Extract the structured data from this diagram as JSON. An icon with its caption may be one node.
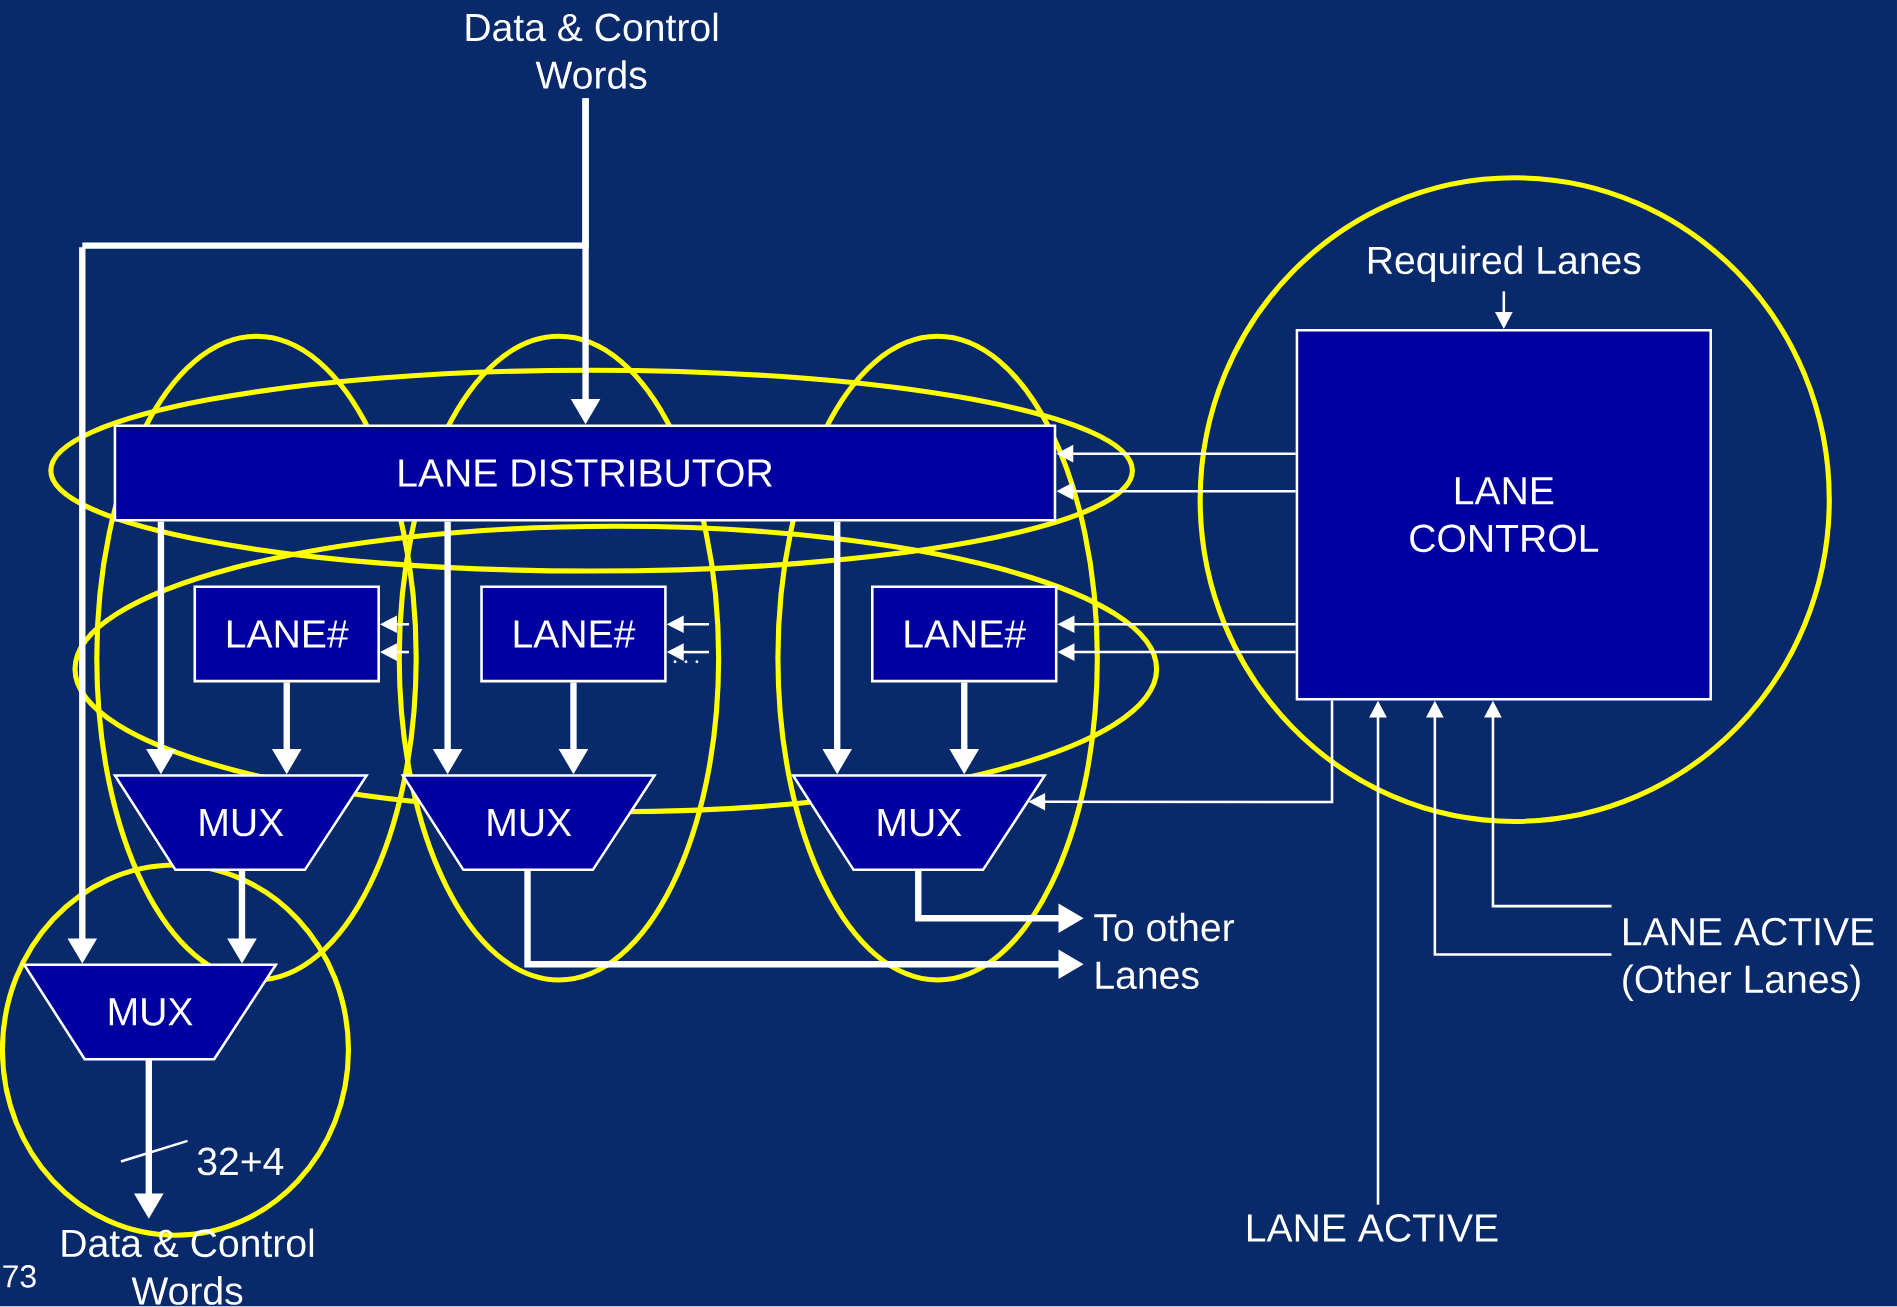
{
  "diagram": {
    "nodes": [
      {
        "text": [
          "Data & Control Words"
        ]
      },
      {
        "text": [
          "LANE DISTRIBUTOR"
        ]
      },
      {
        "text": [
          "LANE CONTROL"
        ]
      },
      {
        "text": [
          "Required Lanes"
        ]
      },
      {
        "text": [
          "LANE#"
        ]
      },
      {
        "text": [
          "LANE#"
        ]
      },
      {
        "text": [
          "LANE#"
        ]
      },
      {
        "text": [
          "MUX"
        ]
      },
      {
        "text": [
          "MUX"
        ]
      },
      {
        "text": [
          "MUX"
        ]
      },
      {
        "text": [
          "MUX"
        ]
      },
      {
        "text": [
          "To other Lanes"
        ]
      },
      {
        "text": [
          "LANE ACTIVE (Other Lanes)"
        ]
      },
      {
        "text": [
          "LANE ACTIVE"
        ]
      },
      {
        "text": [
          "Data & Control Words"
        ]
      }
    ],
    "edges": [
      {
        "from": 0,
        "to": 1,
        "arrow": "to",
        "style": "thick"
      },
      {
        "from": 0,
        "to": 10,
        "arrow": "to",
        "style": "thick"
      },
      {
        "from": 1,
        "to": 7,
        "arrow": "to",
        "style": "thick"
      },
      {
        "from": 1,
        "to": 8,
        "arrow": "to",
        "style": "thick"
      },
      {
        "from": 1,
        "to": 9,
        "arrow": "to",
        "style": "thick"
      },
      {
        "from": 4,
        "to": 7,
        "arrow": "to",
        "style": "thick"
      },
      {
        "from": 5,
        "to": 8,
        "arrow": "to",
        "style": "thick"
      },
      {
        "from": 6,
        "to": 9,
        "arrow": "to",
        "style": "thick"
      },
      {
        "from": 7,
        "to": 10,
        "arrow": "to",
        "style": "thick"
      },
      {
        "from": 10,
        "to": 14,
        "arrow": "to",
        "style": "thick",
        "label": "32+4"
      },
      {
        "from": 9,
        "to": 11,
        "arrow": "to",
        "style": "thick"
      },
      {
        "from": 8,
        "to": 11,
        "arrow": "to",
        "style": "thick"
      },
      {
        "from": 2,
        "to": 1,
        "arrow": "to"
      },
      {
        "from": 2,
        "to": 1,
        "arrow": "to"
      },
      {
        "from": 2,
        "to": 6,
        "arrow": "to"
      },
      {
        "from": 2,
        "to": 6,
        "arrow": "to"
      },
      {
        "from": null,
        "to": 4,
        "arrow": "to"
      },
      {
        "from": null,
        "to": 4,
        "arrow": "to"
      },
      {
        "from": null,
        "to": 5,
        "arrow": "to"
      },
      {
        "from": null,
        "to": 5,
        "arrow": "to"
      },
      {
        "from": 2,
        "to": 9,
        "arrow": "to"
      },
      {
        "from": 13,
        "to": 2,
        "arrow": "to"
      },
      {
        "from": 12,
        "to": 2,
        "arrow": "to"
      },
      {
        "from": 12,
        "to": 2,
        "arrow": "to"
      },
      {
        "from": 3,
        "to": 2,
        "arrow": "to"
      }
    ],
    "labels": [
      "73"
    ]
  }
}
